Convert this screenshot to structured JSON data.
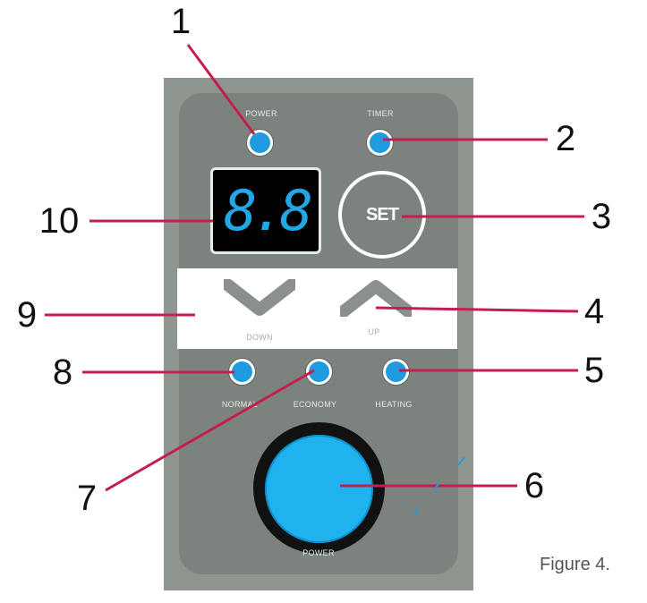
{
  "panel": {
    "labels": {
      "power_indicator": "POWER",
      "timer": "TIMER",
      "down": "DOWN",
      "up": "UP",
      "normal": "NORMAL",
      "economy": "ECONOMY",
      "heating": "HEATING",
      "power_button": "POWER"
    },
    "display_value": "8.8",
    "set_label": "SET"
  },
  "callouts": [
    "1",
    "2",
    "3",
    "4",
    "5",
    "6",
    "7",
    "8",
    "9",
    "10"
  ],
  "caption": "Figure 4.",
  "colors": {
    "led": "#1f9be0",
    "power_button": "#1fb2ef",
    "display_digits": "#22a7e6",
    "leader_lines": "#c41e4f",
    "panel": "#8f9690"
  }
}
